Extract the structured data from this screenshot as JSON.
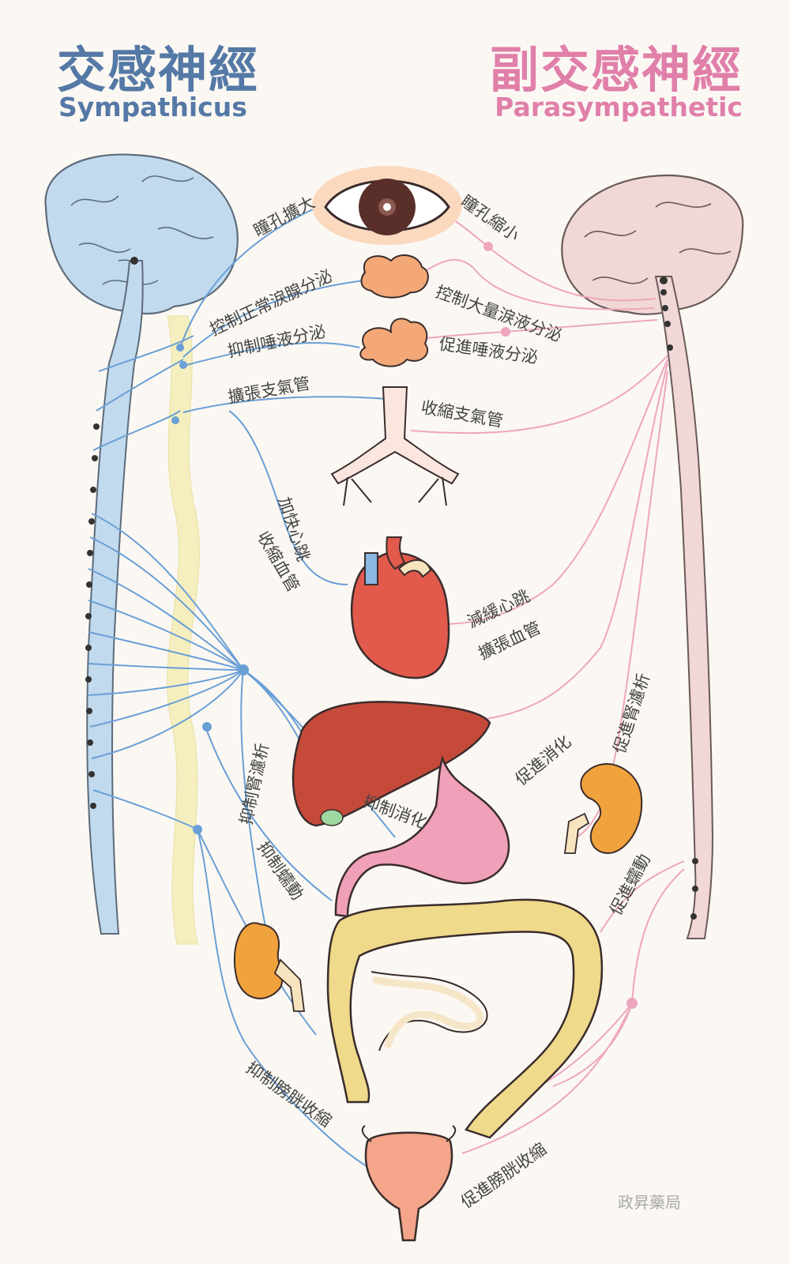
{
  "titles": {
    "sympathetic_zh": "交感神經",
    "sympathetic_en": "Sympathicus",
    "parasympathetic_zh": "副交感神經",
    "parasympathetic_en": "Parasympathetic"
  },
  "labels": {
    "pupil_dilate": "瞳孔擴大",
    "pupil_constrict": "瞳孔縮小",
    "tear_normal": "控制正常淚腺分泌",
    "tear_heavy": "控制大量淚液分泌",
    "saliva_inhibit": "抑制唾液分泌",
    "saliva_promote": "促進唾液分泌",
    "bronchi_dilate": "擴張支氣管",
    "bronchi_constrict": "收縮支氣管",
    "heart_faster": "加快心跳",
    "vessel_constrict": "收縮血管",
    "heart_slower": "減緩心跳",
    "vessel_dilate": "擴張血管",
    "kidney_inhibit": "抑制腎濾析",
    "kidney_promote": "促進腎濾析",
    "digest_promote": "促進消化",
    "digest_inhibit": "抑制消化",
    "peristalsis_inhibit": "抑制蠕動",
    "peristalsis_promote": "促進蠕動",
    "bladder_inhibit": "抑制膀胱收縮",
    "bladder_promote": "促進膀胱收縮"
  },
  "credit": "政昇藥局",
  "colors": {
    "sympathetic": "#6a9fd6",
    "parasympathetic": "#eea6be",
    "sympathetic_title": "#5579a6",
    "parasympathetic_title": "#e07fa9",
    "background": "#fbf8f3"
  }
}
